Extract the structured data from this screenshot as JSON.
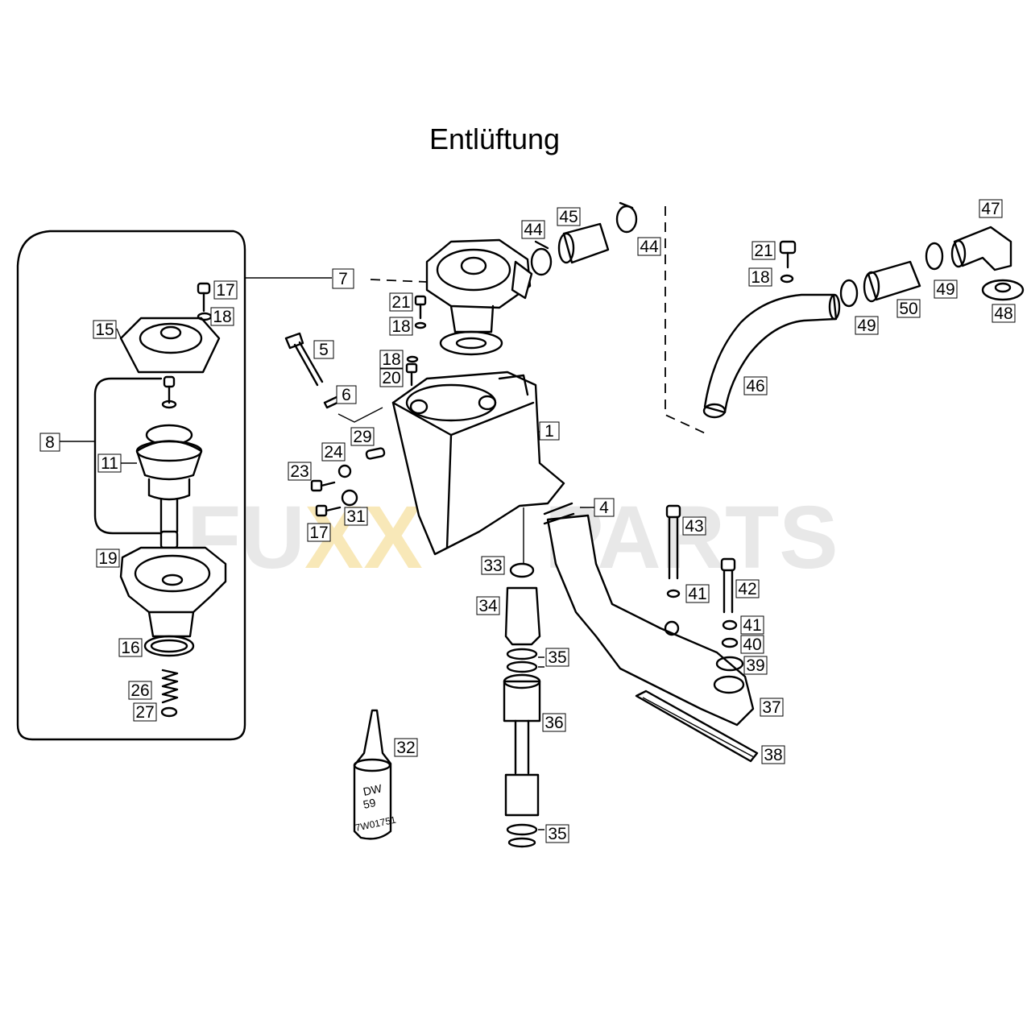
{
  "title": "Entlüftung",
  "watermark": {
    "left": "FU",
    "mark": "XX",
    "right": "PARTS",
    "color_text": "#d9d9d9",
    "color_mark": "#f4d98a"
  },
  "labels": {
    "l1": "1",
    "l4": "4",
    "l5": "5",
    "l6": "6",
    "l7": "7",
    "l8": "8",
    "l11": "11",
    "l15": "15",
    "l16": "16",
    "l17a": "17",
    "l17b": "17",
    "l18a": "18",
    "l18b": "18",
    "l18c": "18",
    "l18d": "18",
    "l19": "19",
    "l20": "20",
    "l21a": "21",
    "l21b": "21",
    "l23": "23",
    "l24": "24",
    "l26": "26",
    "l27": "27",
    "l29": "29",
    "l31": "31",
    "l32": "32",
    "l33": "33",
    "l34": "34",
    "l35a": "35",
    "l35b": "35",
    "l36": "36",
    "l37": "37",
    "l38": "38",
    "l39": "39",
    "l40": "40",
    "l41a": "41",
    "l41b": "41",
    "l42": "42",
    "l43": "43",
    "l44a": "44",
    "l44b": "44",
    "l45": "45",
    "l46": "46",
    "l47": "47",
    "l48": "48",
    "l49a": "49",
    "l49b": "49",
    "l50": "50"
  },
  "bottle_text": {
    "line1": "DW",
    "line2": "59",
    "line3": "7W01751"
  }
}
